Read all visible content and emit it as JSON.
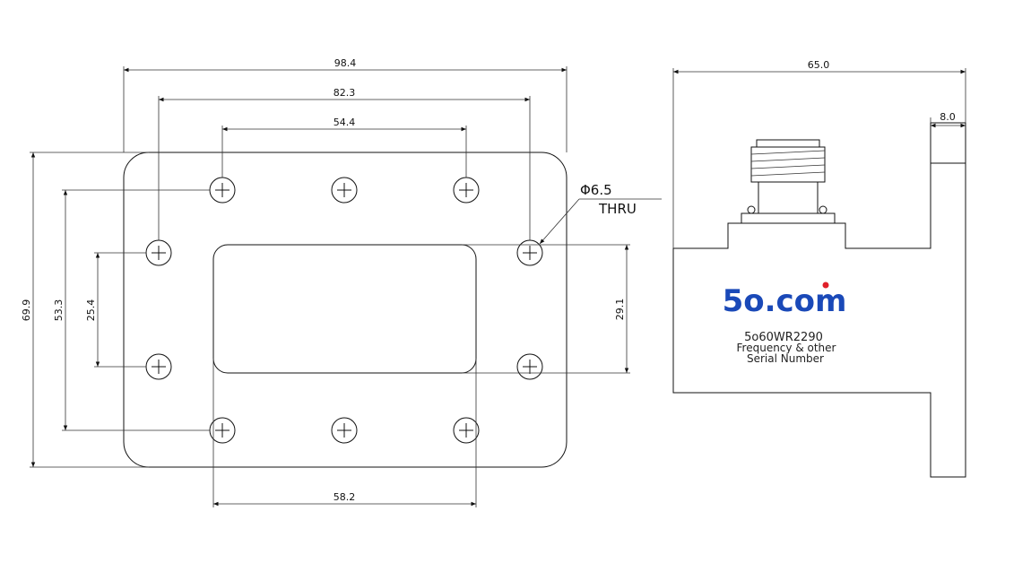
{
  "flange_view": {
    "dims": {
      "overall_width": "98.4",
      "bolt_span_outer": "82.3",
      "bolt_span_inner": "54.4",
      "aperture_width": "58.2",
      "overall_height": "69.9",
      "bolt_height_outer": "53.3",
      "bolt_height_inner": "25.4",
      "aperture_height": "29.1"
    },
    "hole_callout": {
      "diameter": "Φ6.5",
      "note": "THRU"
    }
  },
  "side_view": {
    "dims": {
      "length": "65.0",
      "flange_thickness": "8.0"
    },
    "logo": "5o.com",
    "logo_dot_color": "#e0202a",
    "brand_color": "#1a49b8",
    "model": "5o60WR2290",
    "line2": "Frequency & other",
    "line3": "Serial Number"
  }
}
